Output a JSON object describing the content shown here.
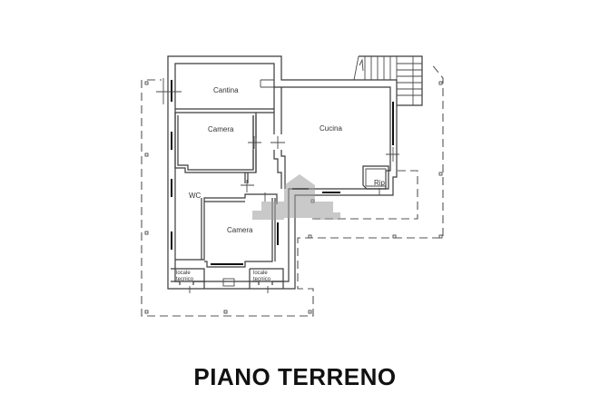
{
  "plan": {
    "title": "PIANO TERRENO",
    "rooms": [
      {
        "label": "Cantina"
      },
      {
        "label": "Camera"
      },
      {
        "label": "Cucina"
      },
      {
        "label": "WC"
      },
      {
        "label": "Camera"
      },
      {
        "label": "Rip."
      }
    ],
    "technical_rooms": [
      {
        "line1": "locale",
        "line2": "tecnico"
      },
      {
        "line1": "locale",
        "line2": "tecnico"
      }
    ]
  }
}
